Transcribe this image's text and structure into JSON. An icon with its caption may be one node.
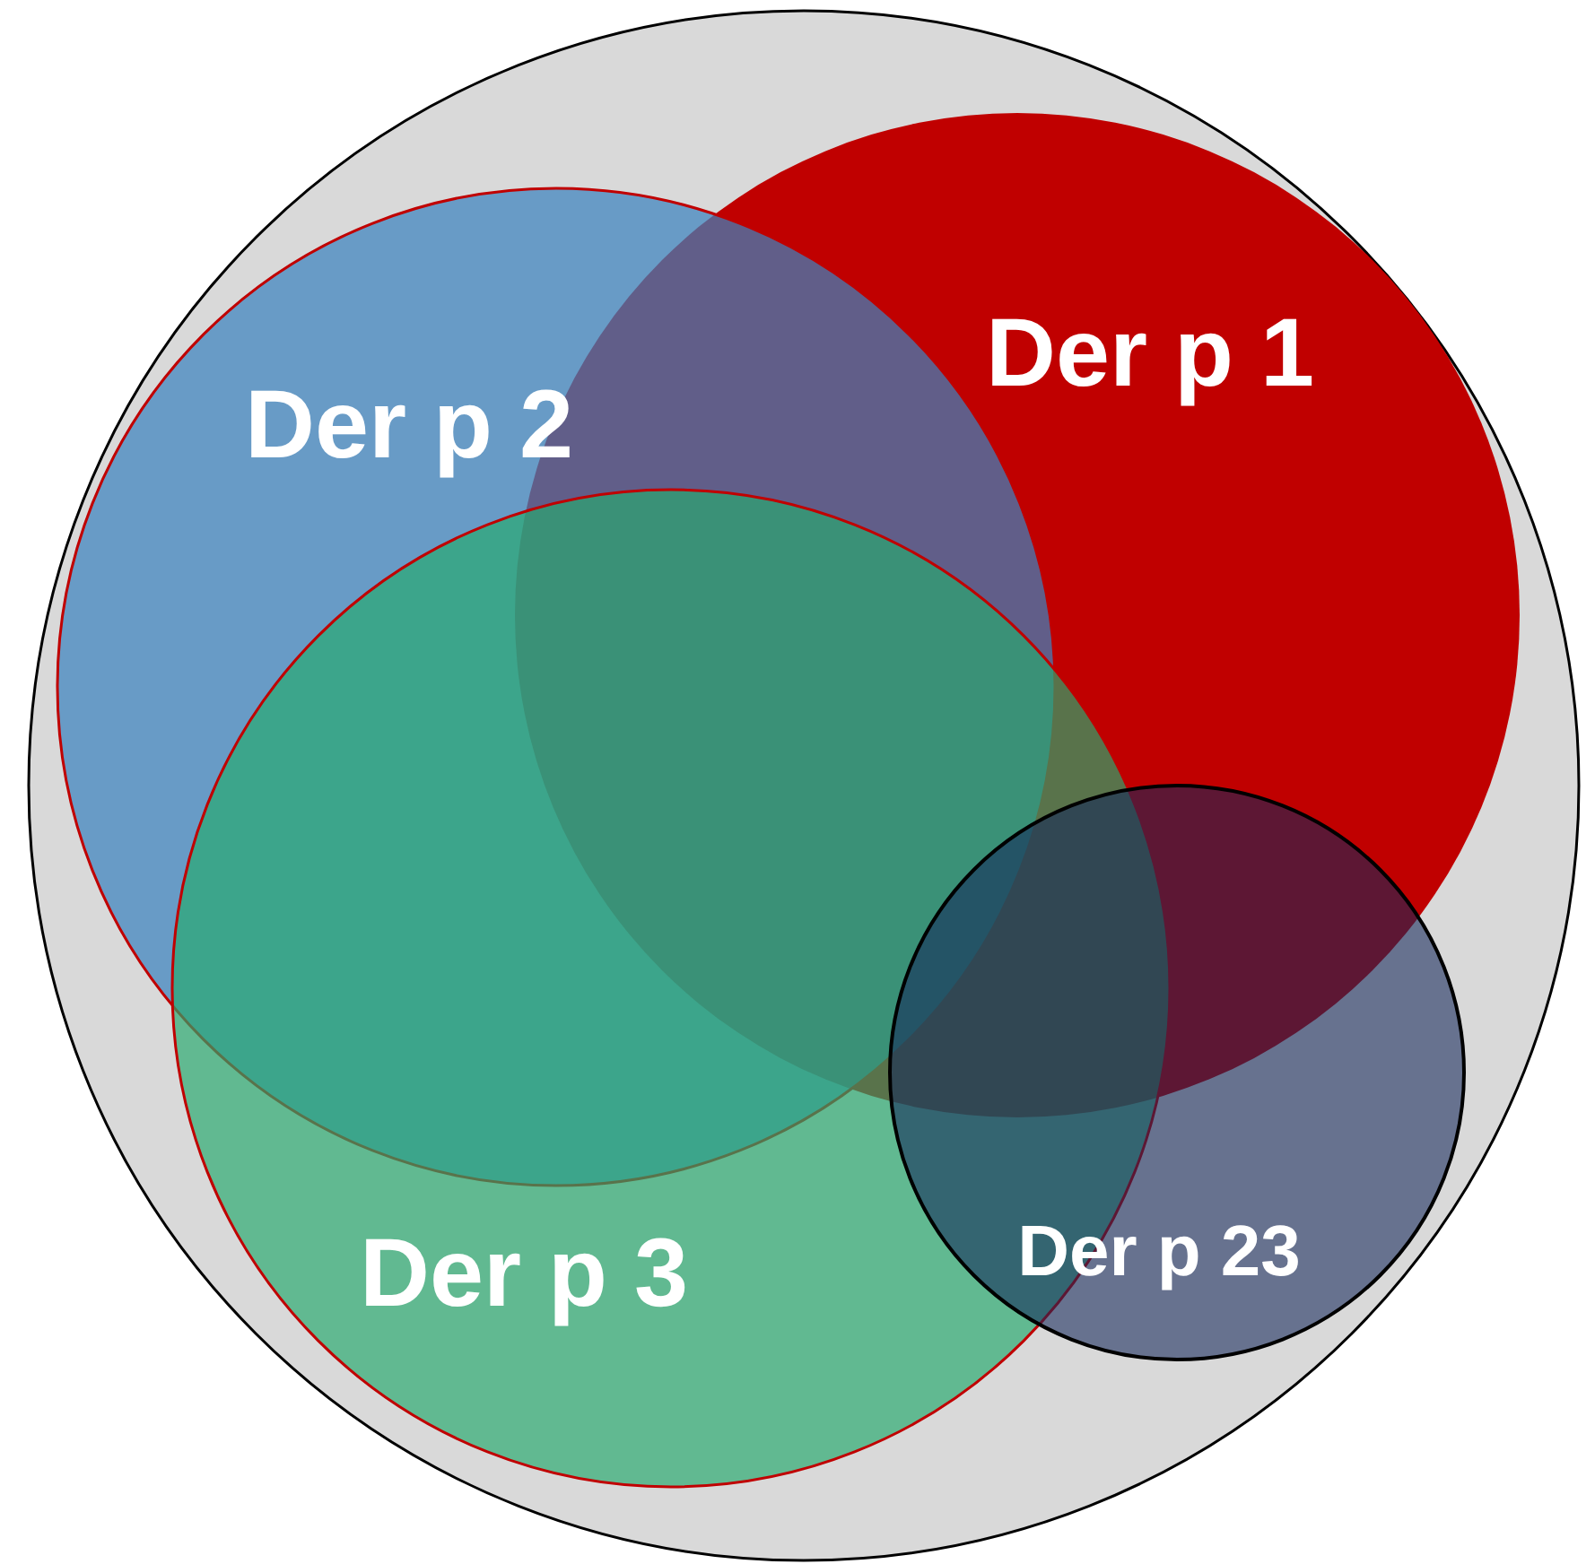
{
  "diagram": {
    "nodes": [
      {
        "text": [],
        "shape": "circle"
      },
      {
        "text": [
          "Der p 1"
        ],
        "in": 0
      },
      {
        "text": [
          "Der p 2"
        ],
        "in": 0
      },
      {
        "text": [
          "Der p 3"
        ],
        "in": 0
      },
      {
        "text": [
          "Der p 23"
        ],
        "in": 0
      }
    ]
  }
}
